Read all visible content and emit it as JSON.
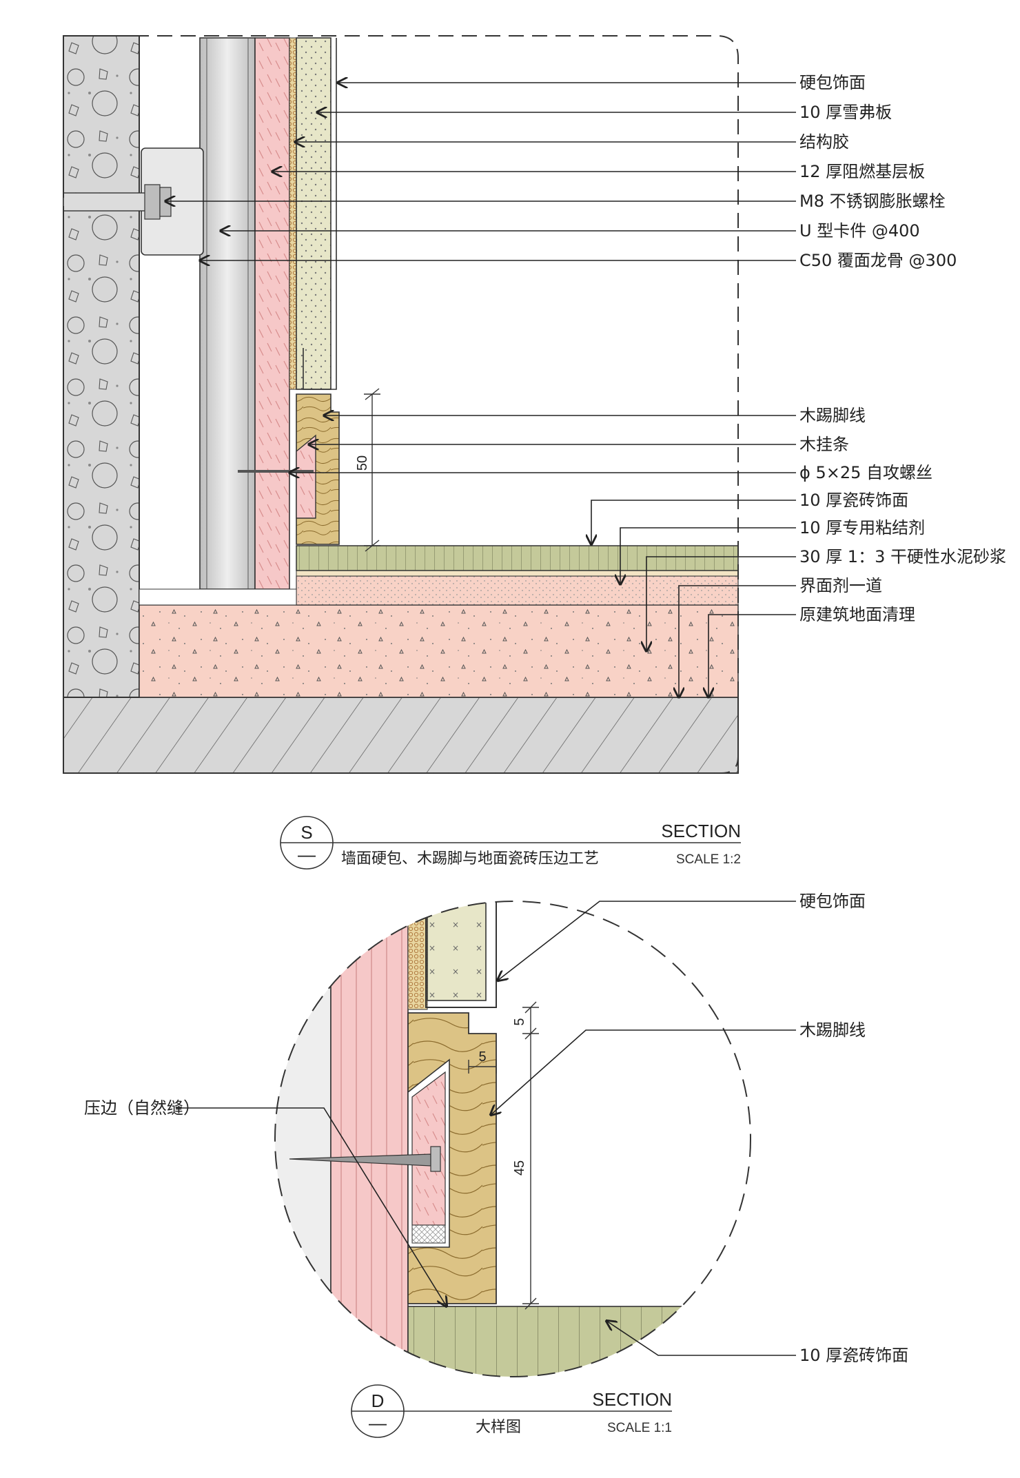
{
  "section_s": {
    "labels": [
      "硬包饰面",
      "10 厚雪弗板",
      "结构胶",
      "12 厚阻燃基层板",
      "M8 不锈钢膨胀螺栓",
      "U 型卡件 @400",
      "C50 覆面龙骨 @300",
      "木踢脚线",
      "木挂条",
      "ϕ 5×25 自攻螺丝",
      "10 厚瓷砖饰面",
      "10 厚专用粘结剂",
      "30 厚 1：3 干硬性水泥砂浆",
      "界面剂一道",
      "原建筑地面清理"
    ],
    "dim_height": "50",
    "title_symbol": "S",
    "title_sub": "—",
    "title_section": "SECTION",
    "title_caption": "墙面硬包、木踢脚与地面瓷砖压边工艺",
    "title_scale": "SCALE 1:2"
  },
  "detail_d": {
    "labels": {
      "finish": "硬包饰面",
      "skirting": "木踢脚线",
      "edge": "压边（自然缝）",
      "tile": "10 厚瓷砖饰面"
    },
    "dim_top": "5",
    "dim_width": "5",
    "dim_height": "45",
    "title_symbol": "D",
    "title_sub": "—",
    "title_section": "SECTION",
    "title_caption": "大样图",
    "title_scale": "SCALE 1:1"
  },
  "colors": {
    "concrete": "#d7d7d7",
    "board_pink": "#f6c8c8",
    "foam": "#e7e6c8",
    "wood": "#dcc385",
    "tile": "#c4c99a",
    "screed": "#f8d2c6",
    "steel": "#cfcfcf"
  }
}
